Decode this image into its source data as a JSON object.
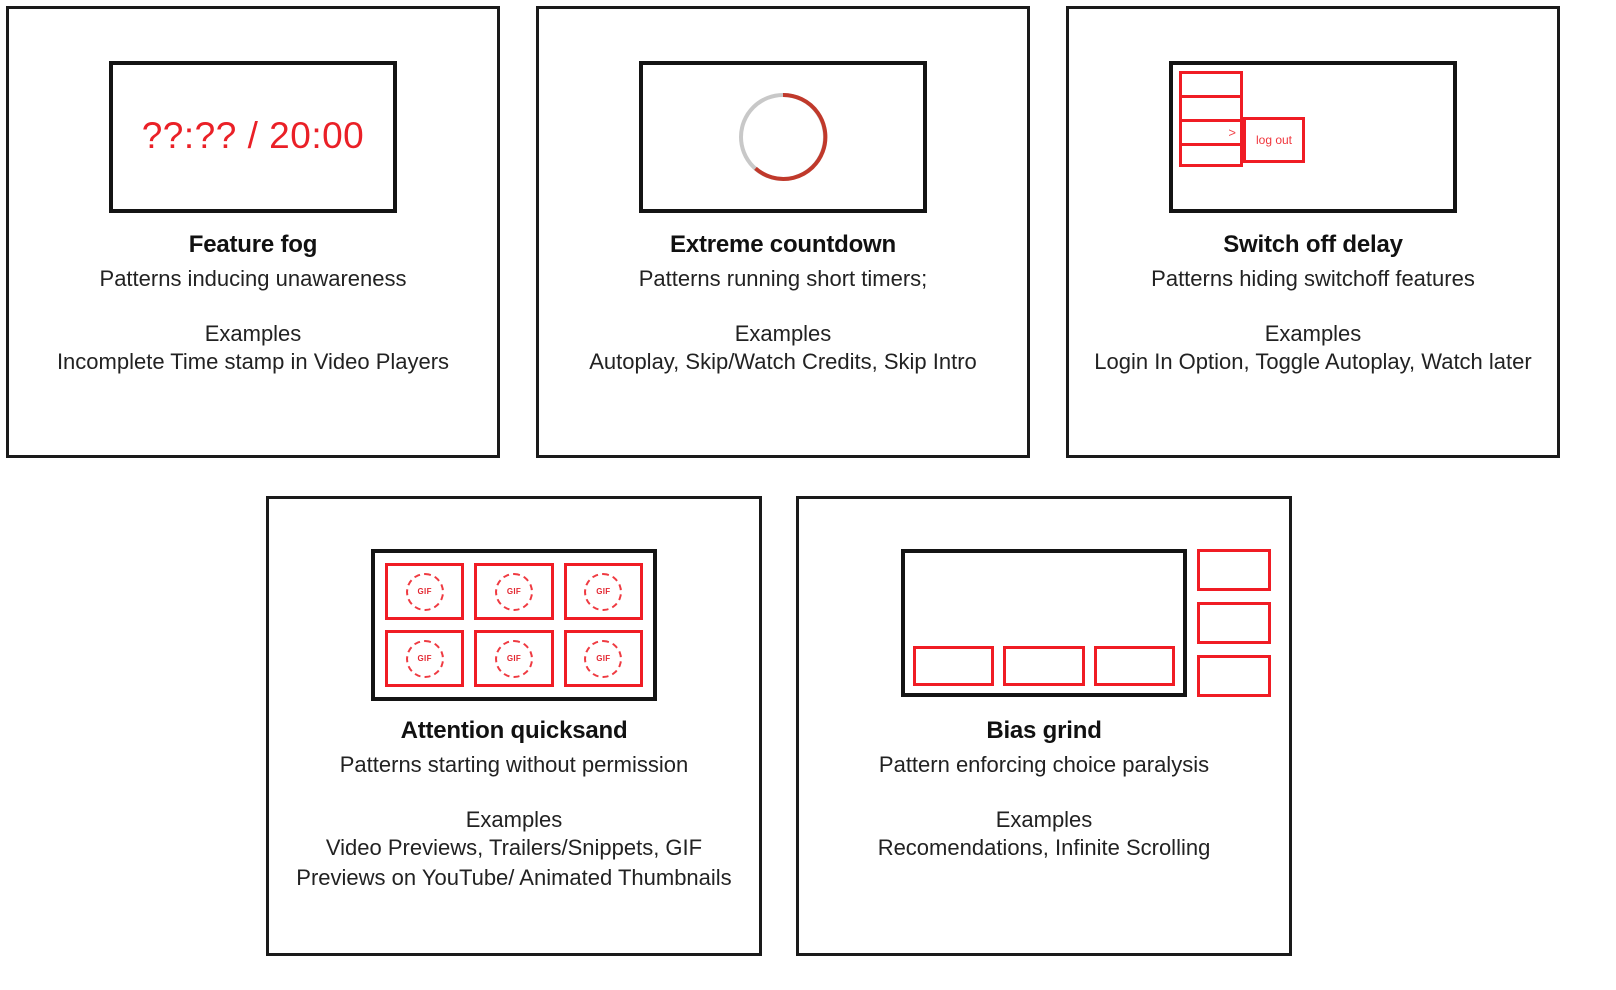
{
  "figure": {
    "type": "concept-card-grid",
    "columns": 3,
    "rows": 2,
    "accent_color": "#f01c24",
    "frame_color": "#141414",
    "background": "#ffffff"
  },
  "cards": [
    {
      "id": "feature-fog",
      "title": "Feature fog",
      "description": "Patterns inducing unawareness",
      "examples_label": "Examples",
      "examples": "Incomplete Time stamp in Video Players",
      "illustration": {
        "kind": "video-timestamp",
        "timestamp_text": "??:?? / 20:00"
      }
    },
    {
      "id": "extreme-countdown",
      "title": "Extreme countdown",
      "description": "Patterns running short timers;",
      "examples_label": "Examples",
      "examples": "Autoplay, Skip/Watch Credits, Skip Intro",
      "illustration": {
        "kind": "countdown-ring",
        "progress_color": "#c0392b",
        "track_color": "#c8c8c8",
        "progress_percent": 63
      }
    },
    {
      "id": "switch-off-delay",
      "title": "Switch off delay",
      "description": "Patterns hiding switchoff features",
      "examples_label": "Examples",
      "examples": "Login In Option, Toggle Autoplay, Watch later",
      "illustration": {
        "kind": "nested-menu",
        "menu_rows": 4,
        "chevron_glyph": ">",
        "submenu_label": "log out"
      }
    },
    {
      "id": "attention-quicksand",
      "title": "Attention quicksand",
      "description": "Patterns starting without permission",
      "examples_label": "Examples",
      "examples": "Video Previews,  Trailers/Snippets, GIF Previews on YouTube/ Animated Thumbnails",
      "illustration": {
        "kind": "gif-thumbnail-grid",
        "columns": 3,
        "rows": 2,
        "tile_label": "GIF",
        "tiles": [
          "GIF",
          "GIF",
          "GIF",
          "GIF",
          "GIF",
          "GIF"
        ]
      }
    },
    {
      "id": "bias-grind",
      "title": "Bias grind",
      "description": "Pattern enforcing choice paralysis",
      "examples_label": "Examples",
      "examples": "Recomendations, Infinite Scrolling",
      "illustration": {
        "kind": "recommendation-feed",
        "bottom_boxes": 3,
        "side_boxes": 3
      }
    }
  ]
}
